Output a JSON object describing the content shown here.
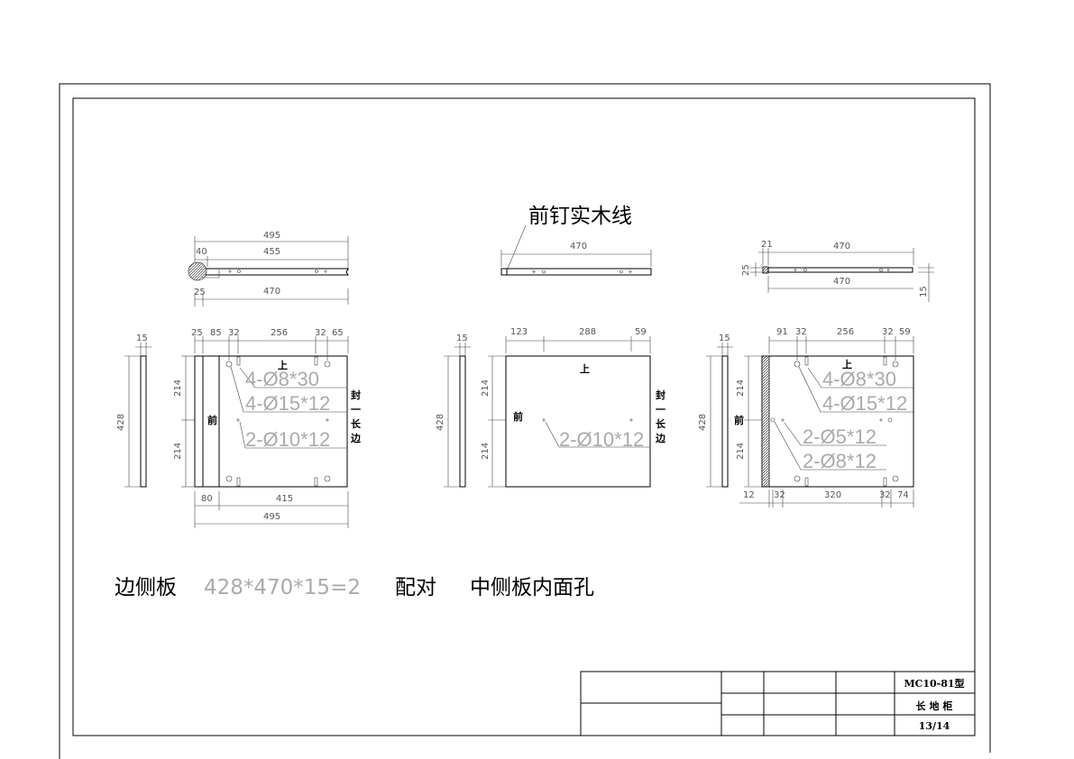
{
  "left_view": {
    "top_dims": [
      "495",
      "40",
      "455",
      "25",
      "470"
    ],
    "front_top_dims": [
      "25",
      "85",
      "32",
      "256",
      "32",
      "65"
    ],
    "front_bottom_dims": [
      "80",
      "415",
      "495"
    ],
    "side_dims": [
      "15",
      "428",
      "214",
      "214"
    ],
    "labels": {
      "front": "前",
      "up": "上",
      "edge": [
        "封",
        "一",
        "长",
        "边"
      ]
    },
    "holes": [
      "4-Ø8*30",
      "4-Ø15*12",
      "2-Ø10*12"
    ]
  },
  "middle_view": {
    "title": "前钉实木线",
    "top_dims": [
      "470"
    ],
    "front_top_dims": [
      "123",
      "288",
      "59"
    ],
    "side_dims": [
      "15",
      "428",
      "214",
      "214"
    ],
    "labels": {
      "front": "前",
      "up": "上",
      "edge": [
        "封",
        "一",
        "长",
        "边"
      ]
    },
    "holes": [
      "2-Ø10*12"
    ]
  },
  "right_view": {
    "top_dims": [
      "21",
      "470",
      "25",
      "470",
      "15"
    ],
    "front_top_dims": [
      "91",
      "32",
      "256",
      "32",
      "59"
    ],
    "front_bottom_dims": [
      "12",
      "32",
      "320",
      "32",
      "74"
    ],
    "side_dims": [
      "15",
      "428",
      "214",
      "214"
    ],
    "labels": {
      "front": "前",
      "up": "上"
    },
    "holes": [
      "4-Ø8*30",
      "4-Ø15*12",
      "2-Ø5*12",
      "2-Ø8*12"
    ]
  },
  "caption": {
    "part": "边侧板",
    "size": "428*470*15=2",
    "pair": "配对",
    "note": "中侧板内面孔"
  },
  "title_block": {
    "model": "MC10-81型",
    "name": "长 地 柜",
    "sheet": "13/14"
  }
}
